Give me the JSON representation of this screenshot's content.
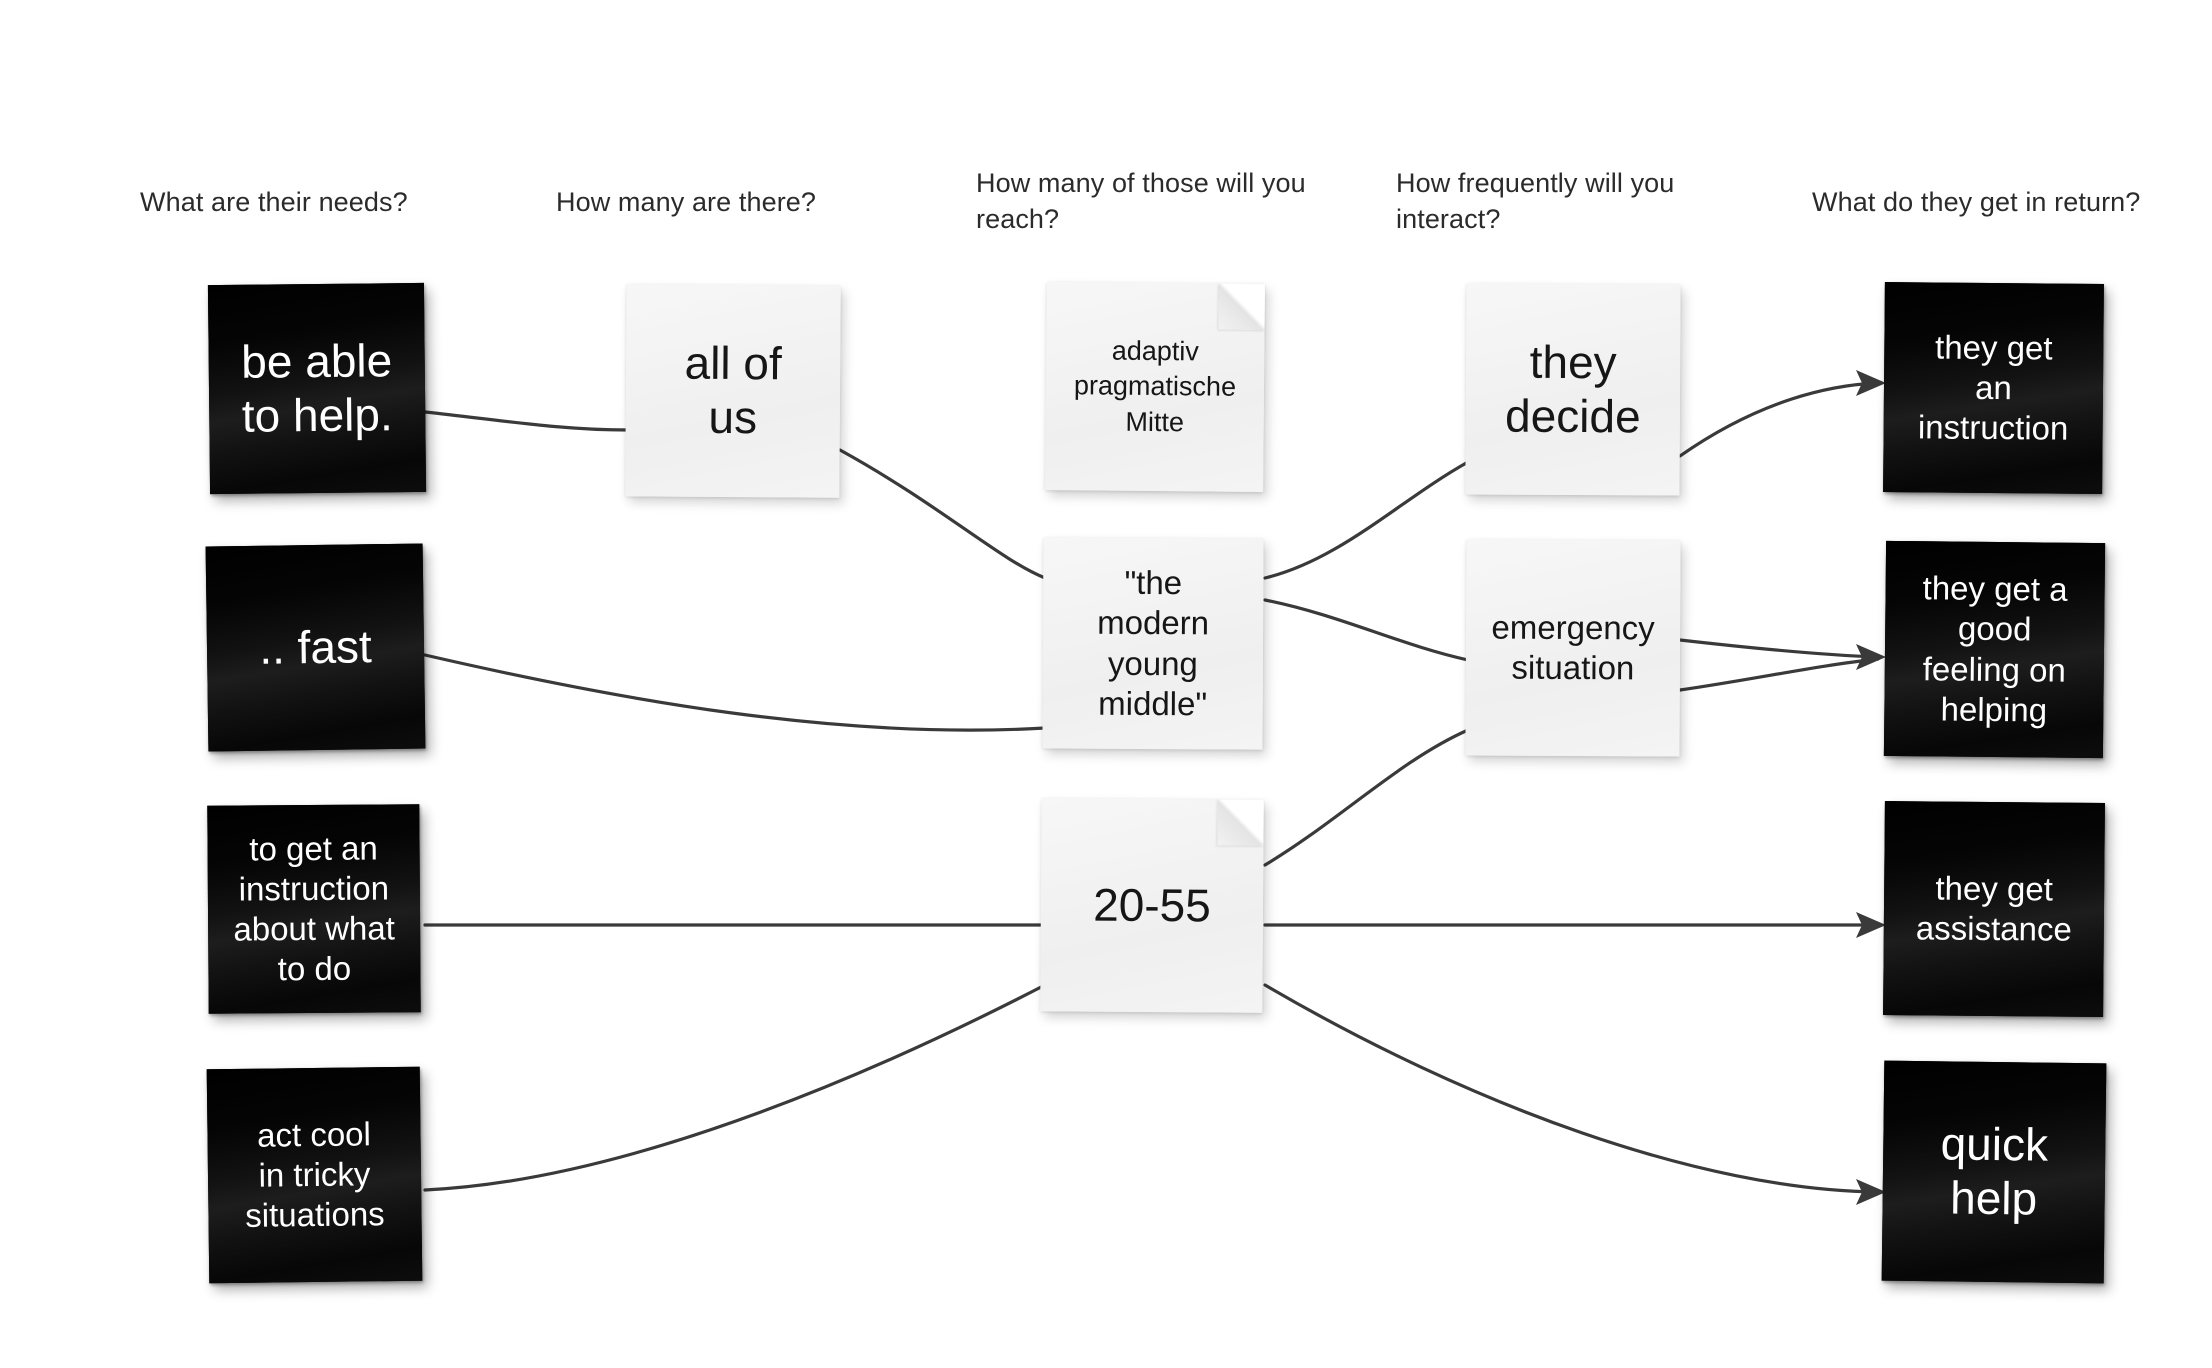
{
  "board": {
    "title": "Stakeholder mapping sticky-note board",
    "background_color": "#ffffff",
    "dark_note_color": "#0b0b0b",
    "light_note_color": "#f4f4f3",
    "connector_color": "#3a3a3a"
  },
  "columns": [
    {
      "id": "needs",
      "header": "What are their needs?"
    },
    {
      "id": "howmany",
      "header": "How many are there?"
    },
    {
      "id": "reach",
      "header": "How many of those will you reach?"
    },
    {
      "id": "frequency",
      "header": "How frequently will you interact?"
    },
    {
      "id": "return",
      "header": "What do they get in return?"
    }
  ],
  "notes": {
    "n1": {
      "text": "be able\nto help.",
      "style": "dark"
    },
    "n2": {
      "text": ".. fast",
      "style": "dark"
    },
    "n3": {
      "text": "to get an\ninstruction\nabout what\nto do",
      "style": "dark"
    },
    "n4": {
      "text": "act cool\nin tricky\nsituations",
      "style": "dark"
    },
    "n5": {
      "text": "all of\nus",
      "style": "light"
    },
    "n6": {
      "text": "adaptiv\npragmatische\nMitte",
      "style": "light"
    },
    "n7": {
      "text": "\"the\nmodern\nyoung\nmiddle\"",
      "style": "light"
    },
    "n8": {
      "text": "20-55",
      "style": "light"
    },
    "n9": {
      "text": "they\ndecide",
      "style": "light"
    },
    "n10": {
      "text": "emergency\nsituation",
      "style": "light"
    },
    "n11": {
      "text": "they get\nan\ninstruction",
      "style": "dark"
    },
    "n12": {
      "text": "they get a\ngood\nfeeling on\nhelping",
      "style": "dark"
    },
    "n13": {
      "text": "they get\nassistance",
      "style": "dark"
    },
    "n14": {
      "text": "quick\nhelp",
      "style": "dark"
    }
  },
  "connections": [
    {
      "from": "be able to help.",
      "to": "all of us"
    },
    {
      "from": "all of us",
      "to": "\"the modern young middle\""
    },
    {
      "from": ".. fast",
      "to": "\"the modern young middle\""
    },
    {
      "from": "to get an instruction about what to do",
      "to": "20-55"
    },
    {
      "from": "act cool in tricky situations",
      "to": "20-55"
    },
    {
      "from": "\"the modern young middle\"",
      "to": "emergency situation"
    },
    {
      "from": "\"the modern young middle\"",
      "to": "they decide"
    },
    {
      "from": "20-55",
      "to": "emergency situation"
    },
    {
      "from": "they decide",
      "to": "they get an instruction"
    },
    {
      "from": "emergency situation",
      "to": "they get a good feeling on helping"
    },
    {
      "from": "emergency situation",
      "to": "they get a good feeling on helping (2)"
    },
    {
      "from": "20-55",
      "to": "they get assistance"
    },
    {
      "from": "20-55",
      "to": "quick help"
    }
  ]
}
